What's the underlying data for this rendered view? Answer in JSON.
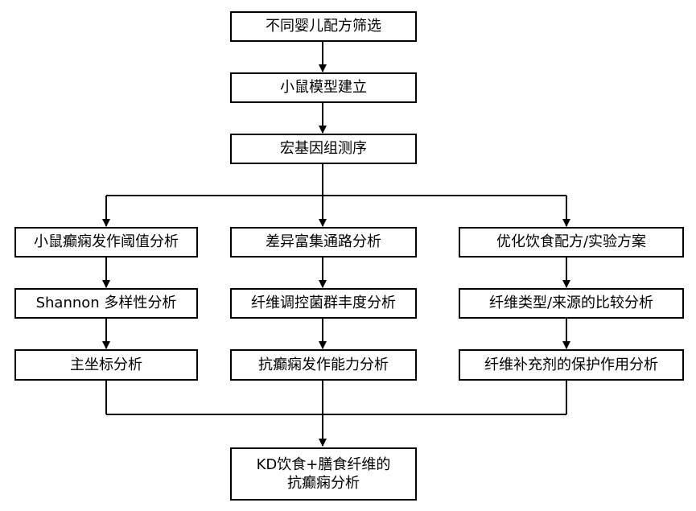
{
  "nodes": {
    "formula_screening": "不同婴儿配方筛选",
    "mouse_model": "小鼠模型建立",
    "metagenomics": "宏基因组测序",
    "seizure_threshold": "小鼠癫痫发作阈值分析",
    "shannon_diversity": "Shannon 多样性分析",
    "pcoa": "主坐标分析",
    "pathway_enrichment": "差异富集通路分析",
    "fiber_bacteria_abundance": "纤维调控菌群丰度分析",
    "anti_seizure_ability": "抗癫痫发作能力分析",
    "diet_formula": "优化饮食配方/实验方案",
    "fiber_type_source": "纤维类型/来源的比较分析",
    "fiber_protection": "纤维补充剂的保护作用分析",
    "final_line1": "KD饮食+膳食纤维的",
    "final_line2": "抗癫痫分析"
  }
}
